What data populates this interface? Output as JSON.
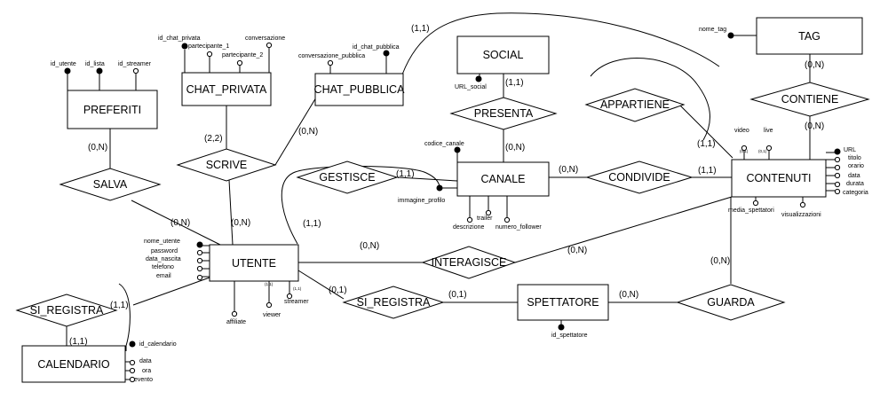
{
  "entities": {
    "tag": "TAG",
    "social": "SOCIAL",
    "chat_privata": "CHAT_PRIVATA",
    "chat_pubblica": "CHAT_PUBBLICA",
    "preferiti": "PREFERITI",
    "canale": "CANALE",
    "contenuti": "CONTENUTI",
    "utente": "UTENTE",
    "spettatore": "SPETTATORE",
    "calendario": "CALENDARIO"
  },
  "relationships": {
    "contiene": "CONTIENE",
    "appartiene": "APPARTIENE",
    "presenta": "PRESENTA",
    "scrive": "SCRIVE",
    "salva": "SALVA",
    "gestisce": "GESTISCE",
    "condivide": "CONDIVIDE",
    "interagisce": "INTERAGISCE",
    "si_registra_calendario": "SI_REGISTRA",
    "si_registra_spettatore": "SI_REGISTRA",
    "guarda": "GUARDA"
  },
  "attributes": {
    "nome_tag": "nome_tag",
    "url_social": "URL_social",
    "id_chat_privata": "id_chat_privata",
    "partecipante_1": "partecipante_1",
    "partecipante_2": "partecipante_2",
    "conversazione": "conversazione",
    "id_chat_pubblica": "id_chat_pubblica",
    "conversazione_pubblica": "conversazione_pubblica",
    "id_utente": "id_utente",
    "id_lista": "id_lista",
    "id_streamer": "id_streamer",
    "codice_canale": "codice_canale",
    "immagine_profilo": "immagine_profilo",
    "trailer": "trailer",
    "descrizione": "descrizione",
    "numero_follower": "numero_follower",
    "video": "video",
    "live": "live",
    "url": "URL",
    "titolo": "titolo",
    "orario": "orario",
    "data": "data",
    "durata": "durata",
    "categoria": "categoria",
    "media_spettatori": "media_spettatori",
    "visualizzazioni": "visualizzazioni",
    "nome_utente": "nome_utente",
    "password": "password",
    "data_nascita": "data_nascita",
    "telefono": "telefono",
    "email": "email",
    "affiliate": "affiliate",
    "viewer": "viewer",
    "streamer": "streamer",
    "id_spettatore": "id_spettatore",
    "id_calendario": "id_calendario",
    "cal_data": "data",
    "ora": "ora",
    "evento": "evento"
  },
  "cardinalities": {
    "tag_contiene": "(0,N)",
    "contenuti_contiene": "(0,N)",
    "chat_pubblica_appartiene": "(1,1)",
    "contenuti_appartiene": "(1,1)",
    "social_presenta": "(1,1)",
    "canale_presenta": "(0,N)",
    "chat_privata_scrive": "(2,2)",
    "chat_pubblica_scrive": "(0,N)",
    "preferiti_salva": "(0,N)",
    "utente_salva": "(0,N)",
    "utente_scrive": "(0,N)",
    "canale_gestisce": "(1,1)",
    "utente_gestisce": "(1,1)",
    "canale_condivide": "(0,N)",
    "contenuti_condivide": "(1,1)",
    "utente_interagisce": "(0,N)",
    "contenuti_interagisce": "(0,N)",
    "contenuti_guarda": "(0,N)",
    "utente_si_registra_cal": "(1,1)",
    "calendario_si_registra": "(1,1)",
    "utente_si_registra_spett": "(0,1)",
    "spettatore_si_registra": "(0,1)",
    "spettatore_guarda": "(0,N)",
    "video_card": "(0,1)",
    "live_card": "(0,1)",
    "viewer_card": "(1,1)",
    "streamer_card": "(1,1)"
  }
}
